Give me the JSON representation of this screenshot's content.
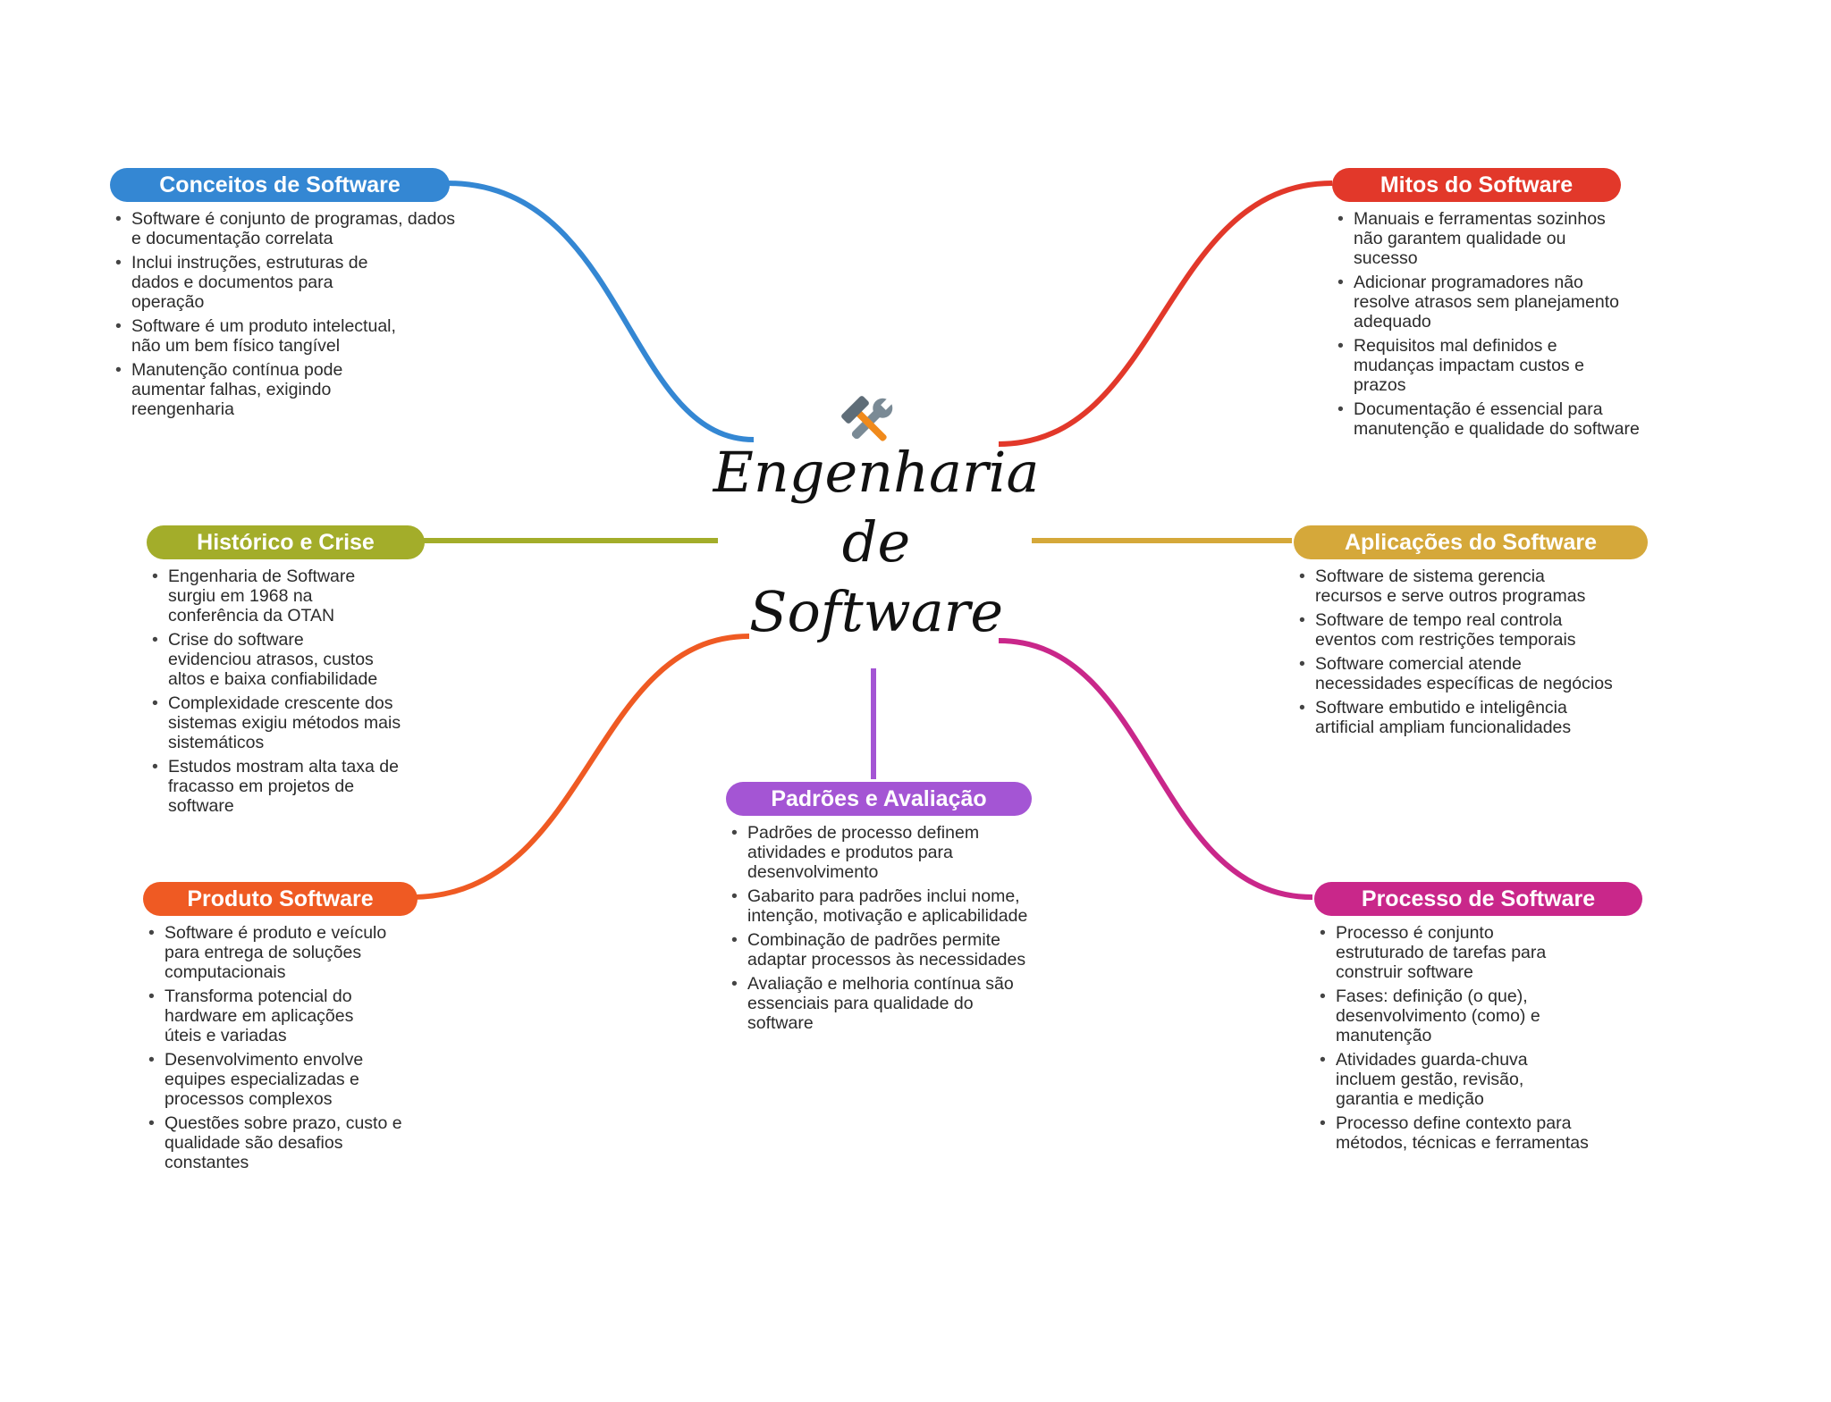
{
  "colors": {
    "conceitos": "#3487d3",
    "historico": "#a3ad2a",
    "produto": "#ef5a23",
    "padroes": "#a455d4",
    "mitos": "#e2382a",
    "aplicacoes": "#d5a83a",
    "processo": "#c9278a"
  },
  "center": {
    "icon": "hammer-and-wrench-icon",
    "title_lines": [
      "Engenharia",
      "de",
      "Software"
    ]
  },
  "branches": {
    "conceitos": {
      "title": "Conceitos de Software",
      "items": [
        "Software é conjunto de programas, dados e documentação correlata",
        "Inclui instruções, estruturas de dados e documentos para operação",
        "Software é um produto intelectual, não um bem físico tangível",
        "Manutenção contínua pode aumentar falhas, exigindo reengenharia"
      ]
    },
    "historico": {
      "title": "Histórico e Crise",
      "items": [
        "Engenharia de Software surgiu em 1968 na conferência da OTAN",
        "Crise do software evidenciou atrasos, custos altos e baixa confiabilidade",
        "Complexidade crescente dos sistemas exigiu métodos mais sistemáticos",
        "Estudos mostram alta taxa de fracasso em projetos de software"
      ]
    },
    "produto": {
      "title": "Produto Software",
      "items": [
        "Software é produto e veículo para entrega de soluções computacionais",
        "Transforma potencial do hardware em aplicações úteis e variadas",
        "Desenvolvimento envolve equipes especializadas e processos complexos",
        "Questões sobre prazo, custo e qualidade são desafios constantes"
      ]
    },
    "padroes": {
      "title": "Padrões e Avaliação",
      "items": [
        "Padrões de processo definem atividades e produtos para desenvolvimento",
        "Gabarito para padrões inclui nome, intenção, motivação e aplicabilidade",
        "Combinação de padrões permite adaptar processos às necessidades",
        "Avaliação e melhoria contínua são essenciais para qualidade do software"
      ]
    },
    "mitos": {
      "title": "Mitos do Software",
      "items": [
        "Manuais e ferramentas sozinhos não garantem qualidade ou sucesso",
        "Adicionar programadores não resolve atrasos sem planejamento adequado",
        "Requisitos mal definidos e mudanças impactam custos e prazos",
        "Documentação é essencial para manutenção e qualidade do software"
      ]
    },
    "aplicacoes": {
      "title": "Aplicações do Software",
      "items": [
        "Software de sistema gerencia recursos e serve outros programas",
        "Software de tempo real controla eventos com restrições temporais",
        "Software comercial atende necessidades específicas de negócios",
        "Software embutido e inteligência artificial ampliam funcionalidades"
      ]
    },
    "processo": {
      "title": "Processo de Software",
      "items": [
        "Processo é conjunto estruturado de tarefas para construir software",
        "Fases: definição (o que), desenvolvimento (como) e manutenção",
        "Atividades guarda-chuva incluem gestão, revisão, garantia e medição",
        "Processo define contexto para métodos, técnicas e ferramentas"
      ]
    }
  }
}
